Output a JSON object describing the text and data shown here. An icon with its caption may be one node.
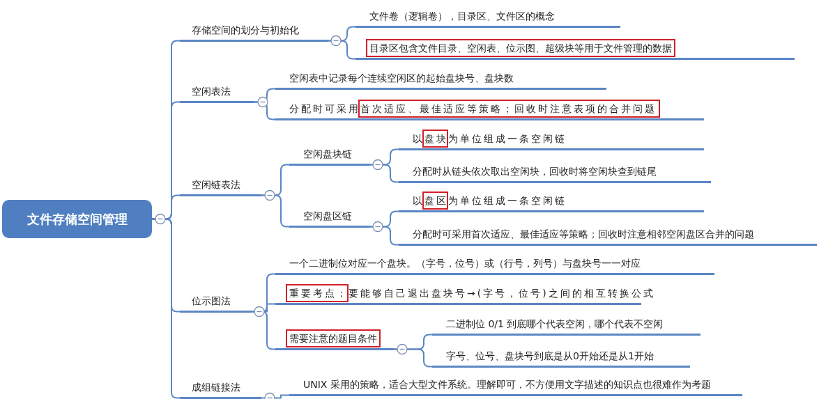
{
  "diagram": {
    "nodes": [
      {
        "text": [
          "文件存储空间管理"
        ]
      },
      {
        "text": [
          "存储空间的划分与初始化"
        ]
      },
      {
        "text": [
          "文件卷（逻辑卷），目录区、文件区的概念"
        ]
      },
      {
        "text": [
          "目录区包含文件目录、空闲表、位示图、超级块等用于文件管理的数据"
        ]
      },
      {
        "text": [
          "空闲表法"
        ]
      },
      {
        "text": [
          "空闲表中记录每个连续空闲区的起始盘块号、盘块数"
        ]
      },
      {
        "text": [
          "分配时可采用首次适应、最佳适应等策略；回收时注意表项的合并问题"
        ]
      },
      {
        "text": [
          "空闲链表法"
        ]
      },
      {
        "text": [
          "空闲盘块链"
        ]
      },
      {
        "text": [
          "以盘块为单位组成一条空闲链"
        ]
      },
      {
        "text": [
          "分配时从链头依次取出空闲块，回收时将空闲块查到链尾"
        ]
      },
      {
        "text": [
          "空闲盘区链"
        ]
      },
      {
        "text": [
          "以盘区为单位组成一条空闲链"
        ]
      },
      {
        "text": [
          "分配时可采用首次适应、最佳适应等策略；回收时注意相邻空闲盘区合并的问题"
        ]
      },
      {
        "text": [
          "位示图法"
        ]
      },
      {
        "text": [
          "一个二进制位对应一个盘块。（字号，位号）或（行号，列号）与盘块号一一对应"
        ]
      },
      {
        "text": [
          "重要考点：要能够自己退出盘块号→(字号，位号)之间的相互转换公式"
        ]
      },
      {
        "text": [
          "需要注意的题目条件"
        ]
      },
      {
        "text": [
          "二进制位 0/1 到底哪个代表空闲，哪个代表不空闲"
        ]
      },
      {
        "text": [
          "字号、位号、盘块号到底是从0开始还是从1开始"
        ]
      },
      {
        "text": [
          "成组链接法"
        ]
      },
      {
        "text": [
          "UNIX 采用的策略，适合大型文件系统。理解即可，不方便用文字描述的知识点也很难作为考题"
        ]
      }
    ],
    "edges": [
      {
        "from": 0,
        "to": 1,
        "arrow": "none"
      },
      {
        "from": 1,
        "to": 2,
        "arrow": "none"
      },
      {
        "from": 1,
        "to": 3,
        "arrow": "none"
      },
      {
        "from": 0,
        "to": 4,
        "arrow": "none"
      },
      {
        "from": 4,
        "to": 5,
        "arrow": "none"
      },
      {
        "from": 4,
        "to": 6,
        "arrow": "none"
      },
      {
        "from": 0,
        "to": 7,
        "arrow": "none"
      },
      {
        "from": 7,
        "to": 8,
        "arrow": "none"
      },
      {
        "from": 8,
        "to": 9,
        "arrow": "none"
      },
      {
        "from": 8,
        "to": 10,
        "arrow": "none"
      },
      {
        "from": 7,
        "to": 11,
        "arrow": "none"
      },
      {
        "from": 11,
        "to": 12,
        "arrow": "none"
      },
      {
        "from": 11,
        "to": 13,
        "arrow": "none"
      },
      {
        "from": 0,
        "to": 14,
        "arrow": "none"
      },
      {
        "from": 14,
        "to": 15,
        "arrow": "none"
      },
      {
        "from": 14,
        "to": 16,
        "arrow": "none"
      },
      {
        "from": 14,
        "to": 17,
        "arrow": "none"
      },
      {
        "from": 17,
        "to": 18,
        "arrow": "none"
      },
      {
        "from": 17,
        "to": 19,
        "arrow": "none"
      },
      {
        "from": 0,
        "to": 20,
        "arrow": "none"
      },
      {
        "from": 20,
        "to": 21,
        "arrow": "none"
      }
    ]
  }
}
